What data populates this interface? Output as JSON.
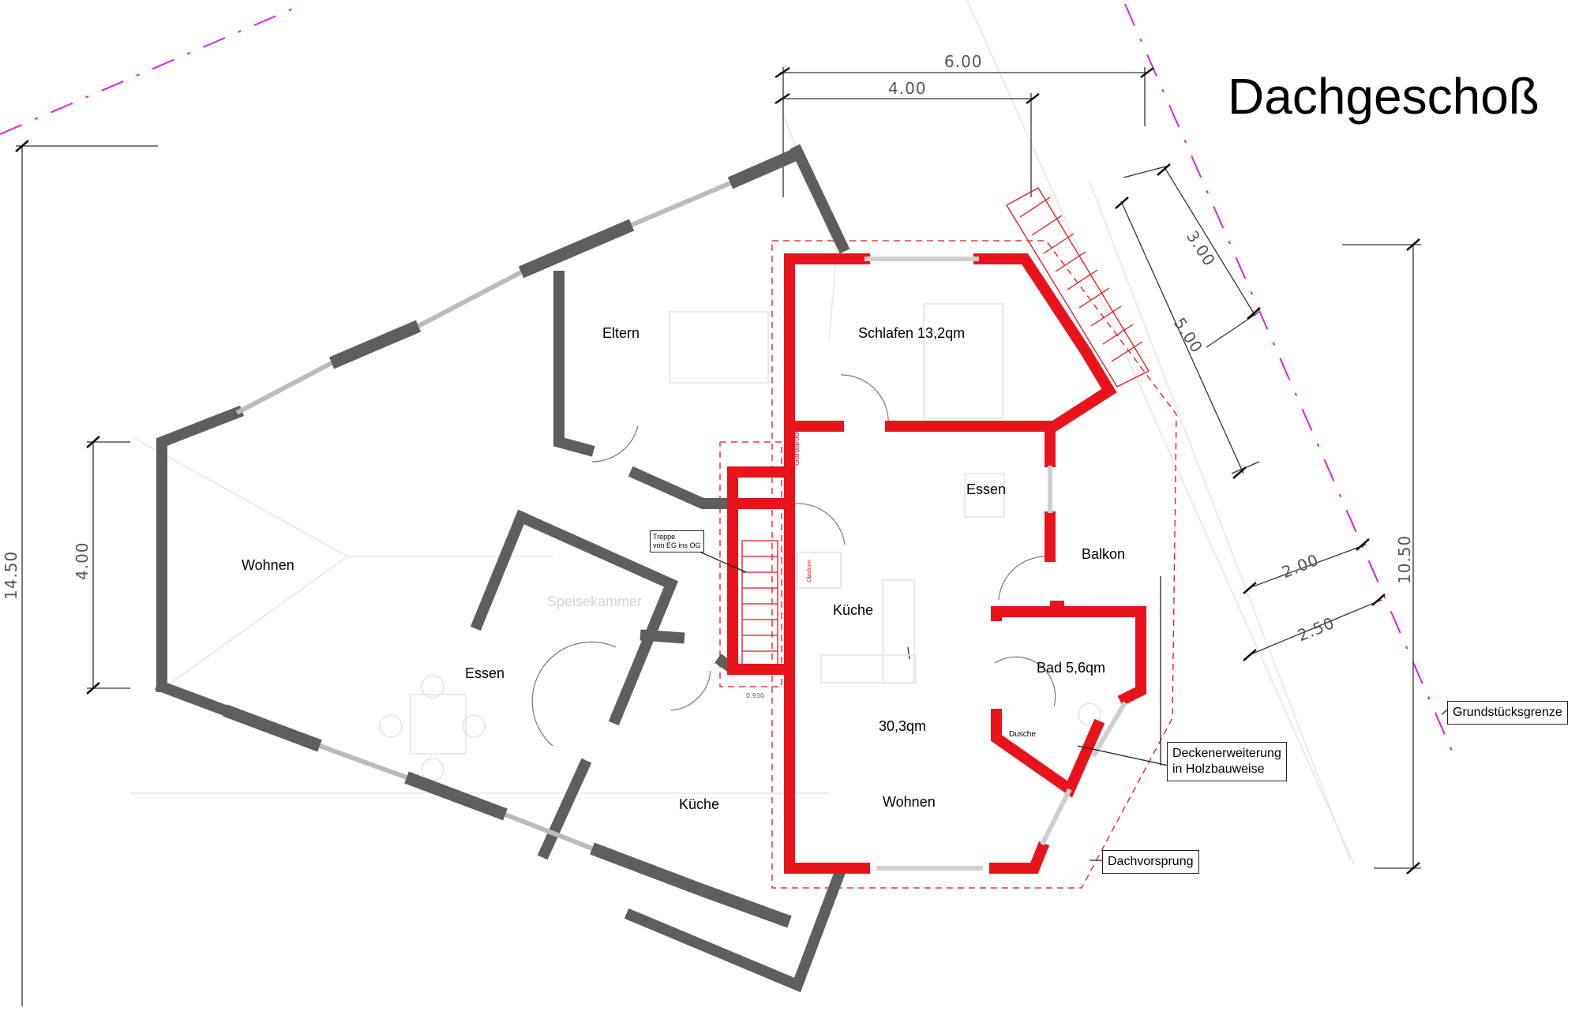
{
  "title": "Dachgeschoß",
  "rooms": {
    "left": {
      "eltern": "Eltern",
      "wohnen": "Wohnen",
      "speisekammer": "Speisekammer",
      "essen": "Essen",
      "kueche": "Küche"
    },
    "right": {
      "schlafen": "Schlafen 13,2qm",
      "essen": "Essen",
      "balkon": "Balkon",
      "kueche": "Küche",
      "bad": "Bad 5,6qm",
      "dusche": "Dusche",
      "area": "30,3qm",
      "wohnen": "Wohnen",
      "gardarobe": "Gardarobe",
      "obsdurm": "Obsdurm"
    }
  },
  "dimensions": {
    "top_outer": "6.00",
    "top_inner": "4.00",
    "left_total": "14.50",
    "left_inner": "4.00",
    "diag_upper": "3.00",
    "diag_lower": "5.00",
    "right_a": "2.00",
    "right_b": "2.50",
    "right_total": "10.50",
    "small": "0.930"
  },
  "callouts": {
    "treppe": [
      "Treppe",
      "von EG ins OG"
    ],
    "grundstueck": "Grundstücksgrenze",
    "decken": [
      "Deckenerweiterung",
      "in Holzbauweise"
    ],
    "dachvorsprung": "Dachvorsprung"
  },
  "colors": {
    "new_wall": "#e8131b",
    "existing_wall": "#5e5e5e",
    "boundary": "#e020e0",
    "dashed_outline": "#e8131b"
  }
}
